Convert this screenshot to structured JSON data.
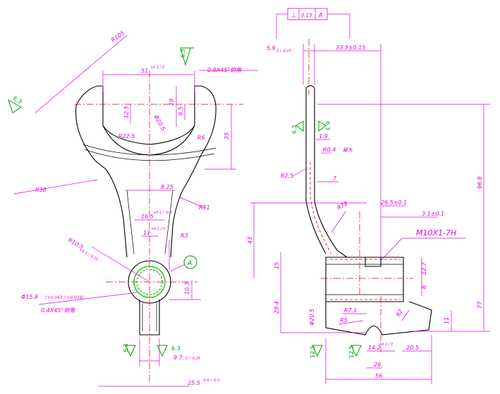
{
  "front_view": {
    "labels": {
      "r_outer": "R105",
      "chamfer_top": "0.8X45°倒角",
      "width_51": "51",
      "width_51_tol": "+0.1 / 0",
      "dim_19": "19",
      "dim_12_5": "12.5",
      "dim_9_5": "9.5",
      "dia_20_5": "Φ20.5",
      "r_22_5": "R22.5",
      "r_6": "R6",
      "dim_35": "35",
      "r_38": "R38",
      "dim_8_25": "8.25",
      "r_51": "R51",
      "dim_16_5": "16.5",
      "dim_16_5_tol": "+0.1 / -0.3",
      "dim_11": "11",
      "dim_11_tol": "+0.1 / 0",
      "r_3": "R3",
      "r_10_5": "R10.5",
      "r_10_5_tol": "+0.5 / -0.25",
      "ref_a": "A",
      "dia_15_8": "Φ15.8",
      "dia_15_8_tol": "(+0.043 / +0.016)",
      "chamfer_hole": "0.4X45°倒角",
      "dim_10_3": "10.3",
      "dim_9_7": "9.7",
      "dim_9_7_tol": "0 / -0.25",
      "dim_25_5": "25.5",
      "dim_25_5_tol": "-0.8 / -0.3"
    },
    "roughness": [
      "6.3",
      "6.3",
      "6.3",
      "6.3"
    ]
  },
  "side_view": {
    "tolerance_frame": {
      "symbol": "⊥",
      "value": "0.15",
      "datum": "A"
    },
    "labels": {
      "dim_5_9": "5.9",
      "dim_5_9_tol": "0 / -0.15",
      "dim_33_5": "33.5±0.15",
      "dim_1_9": "1.9",
      "r_0_4": "R0.4",
      "max_note": "最大",
      "r_2_5": "R2.5",
      "dim_7": "7",
      "dim_96_8": "96.8",
      "dim_26_5": "26.5±0.1",
      "r_78": "R78",
      "dim_3_1": "3.1±0.1",
      "thread": "M10X1-7H",
      "dim_43": "43",
      "dim_15": "15",
      "dim_12_7": "12.7",
      "dim_8": "8",
      "dim_29_4": "29.4",
      "dim_77": "77",
      "dia_20_5": "Φ20.5",
      "r_7_1": "R7.1",
      "r_5": "R5",
      "r_2": "R2",
      "dim_11": "11",
      "dim_14_2": "14.2",
      "dim_14_2_tol": "+0.1 / 0",
      "dim_20_5": "20.5",
      "dim_26": "26",
      "dim_56": "56"
    },
    "roughness": [
      "6.3",
      "6.3",
      "12.5",
      "12.5"
    ]
  },
  "colors": {
    "part": "#000000",
    "dimension": "#e000e0",
    "centerline": "#e00000",
    "roughness": "#00a000"
  }
}
